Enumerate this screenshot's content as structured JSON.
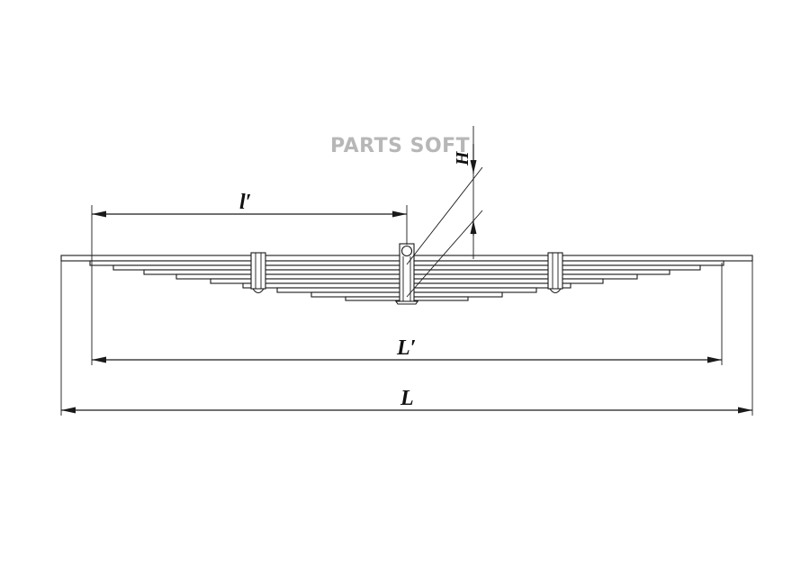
{
  "watermark": "PARTS SOFT",
  "labels": {
    "l_prime": "l′",
    "L_prime": "L′",
    "L": "L",
    "H": "H"
  },
  "colors": {
    "line": "#1a1a1a",
    "watermark": "#b7b7b7",
    "background": "#ffffff"
  }
}
